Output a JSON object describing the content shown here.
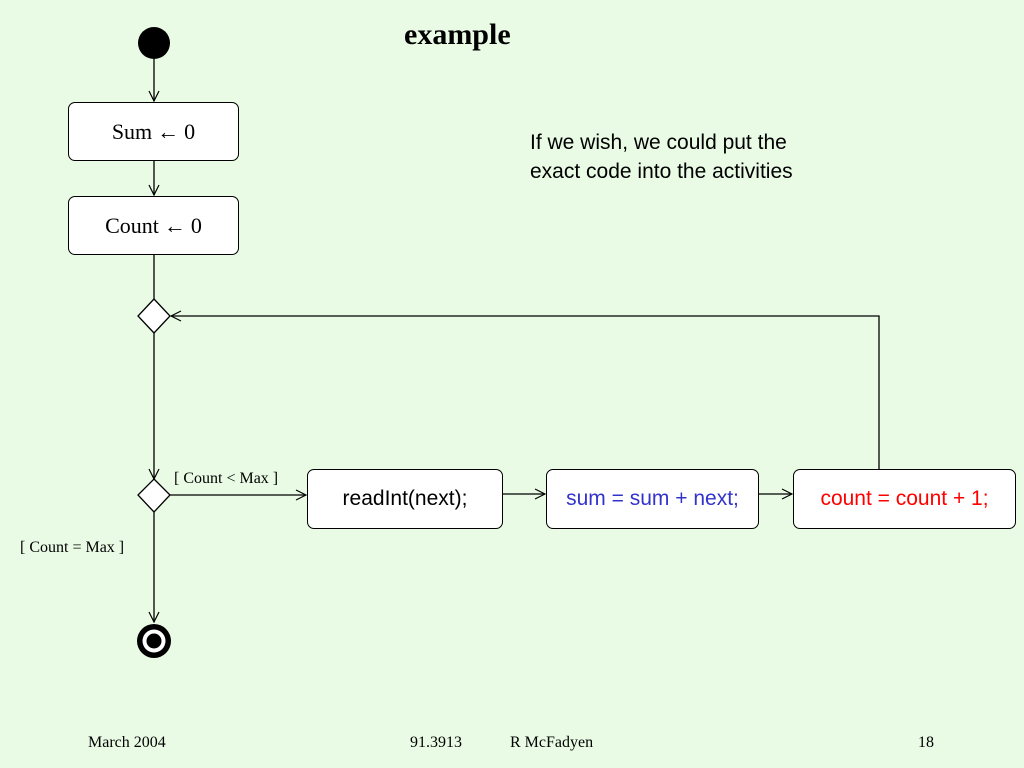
{
  "slide": {
    "title": "example",
    "note_line1": "If we wish, we could put the",
    "note_line2": "exact code into the activities"
  },
  "activities": {
    "sum_init_var": "Sum",
    "sum_init_arrow": "←",
    "sum_init_value": "0",
    "count_init_var": "Count",
    "count_init_arrow": "←",
    "count_init_value": "0",
    "read": "readInt(next);",
    "sum_update": "sum = sum + next;",
    "count_update": "count = count + 1;"
  },
  "guards": {
    "loop": "[ Count < Max ]",
    "exit": "[ Count = Max ]"
  },
  "colors": {
    "background": "#e9fbe5",
    "sum_update_text": "#3333cc",
    "count_update_text": "#ff0000"
  },
  "footer": {
    "date": "March 2004",
    "course": "91.3913",
    "author": "R McFadyen",
    "page": "18"
  }
}
